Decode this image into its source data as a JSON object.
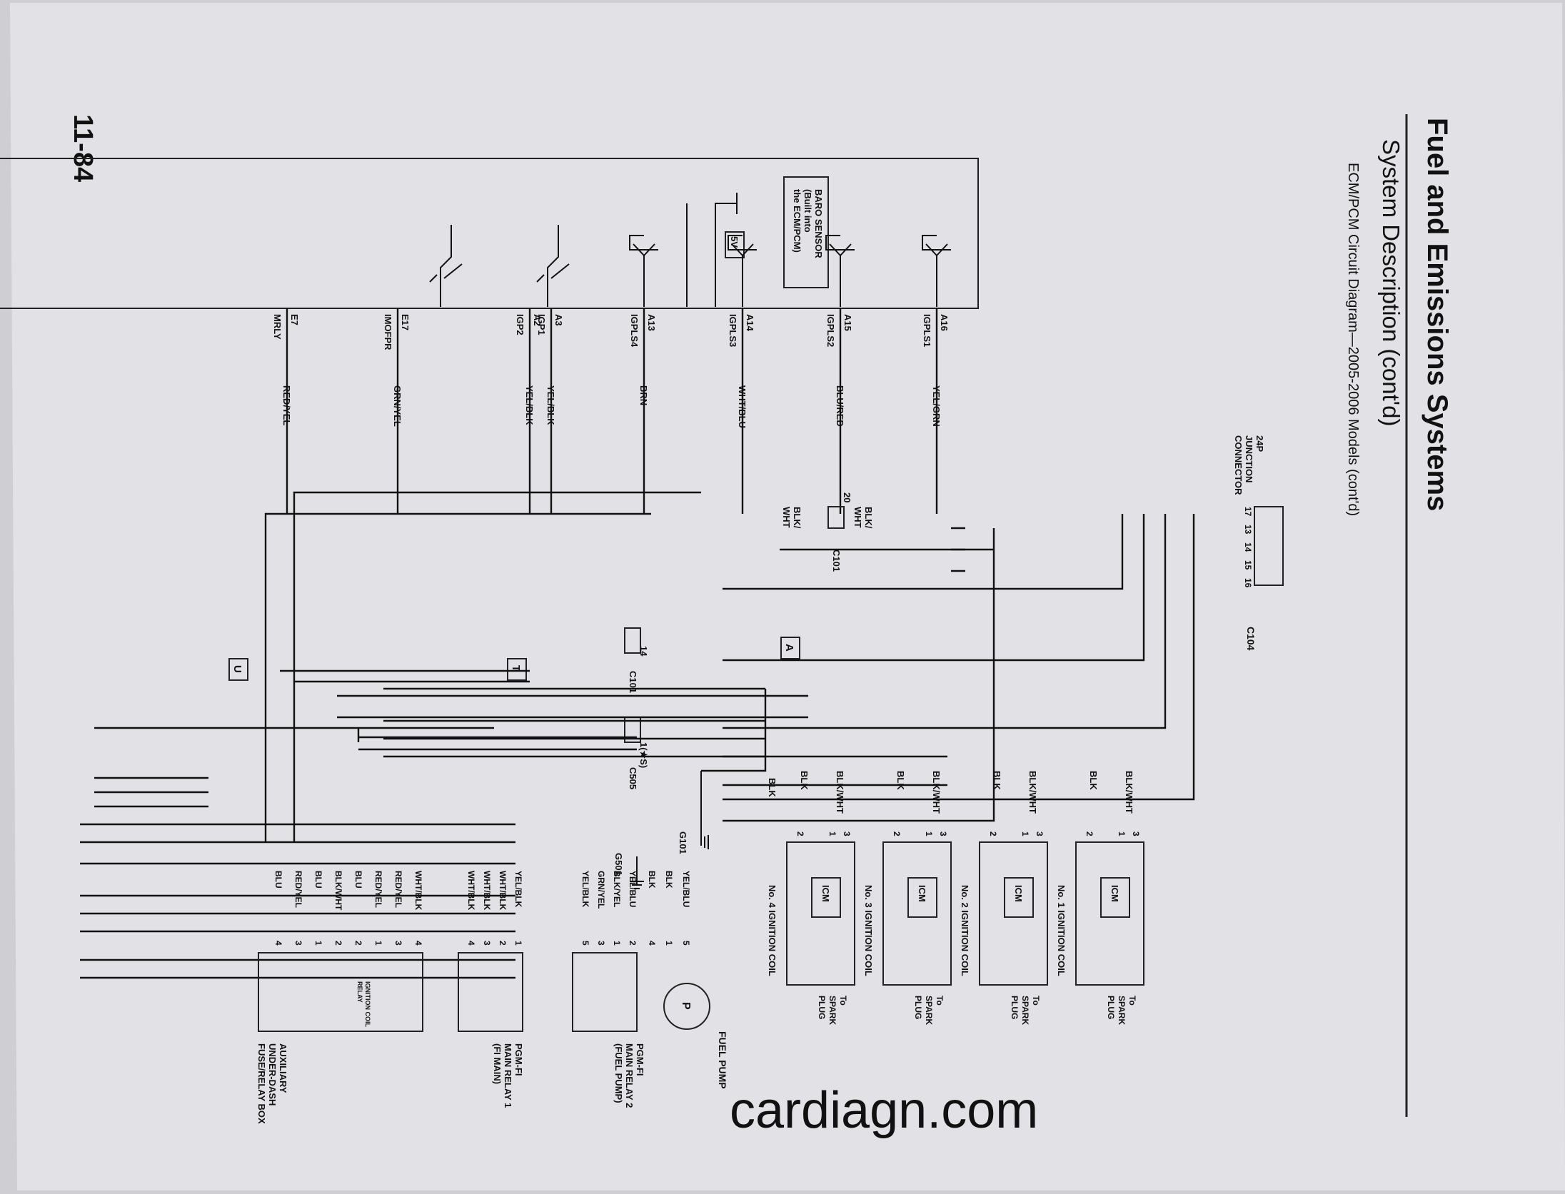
{
  "page": {
    "title": "Fuel and Emissions Systems",
    "subtitle": "System Description (cont'd)",
    "diagram_title": "ECM/PCM Circuit Diagram—2005-2006 Models (cont'd)",
    "page_number": "11-84",
    "watermark": "cardiagn.com"
  },
  "ecm": {
    "baro_sensor": [
      "BARO SENSOR",
      "(Built into",
      "the ECM/PCM)"
    ],
    "five_v": "5V",
    "pins": [
      {
        "pin": "A16",
        "signal": "IGPLS1",
        "wire": "YEL/GRN"
      },
      {
        "pin": "A15",
        "signal": "IGPLS2",
        "wire": "BLU/RED"
      },
      {
        "pin": "A14",
        "signal": "IGPLS3",
        "wire": "WHT/BLU"
      },
      {
        "pin": "A13",
        "signal": "IGPLS4",
        "wire": "BRN"
      },
      {
        "pin": "A3",
        "signal": "IGP1",
        "wire": "YEL/BLK"
      },
      {
        "pin": "A2",
        "signal": "IGP2",
        "wire": "YEL/BLK"
      },
      {
        "pin": "E17",
        "signal": "IMOFPR",
        "wire": "GRN/YEL"
      },
      {
        "pin": "E7",
        "signal": "MRLY",
        "wire": "RED/YEL"
      }
    ]
  },
  "junction": {
    "label": [
      "24P",
      "JUNCTION",
      "CONNECTOR"
    ],
    "connector": "C104",
    "pins": [
      "17",
      "13",
      "14",
      "15",
      "16"
    ]
  },
  "c101": {
    "pin20": "20",
    "wire_top": [
      "BLK/",
      "WHT"
    ],
    "wire_bottom": [
      "BLK/",
      "WHT"
    ],
    "name": "C101",
    "pin14": "14",
    "name2": "C101"
  },
  "c505": {
    "pin": "1(★S)",
    "name": "C505"
  },
  "refs": {
    "a": "A",
    "t": "T",
    "u": "U"
  },
  "ground": {
    "wire": "BLK",
    "g101": "G101",
    "g501": "G501"
  },
  "coils": [
    {
      "name": "No. 1 IGNITION COIL",
      "wire_pwr": "BLK/WHT",
      "wire_gnd": "BLK",
      "pin3": "3",
      "pin1": "1",
      "pin2": "2",
      "icm": "ICM",
      "plug": [
        "To",
        "SPARK",
        "PLUG"
      ]
    },
    {
      "name": "No. 2 IGNITION COIL",
      "wire_pwr": "BLK/WHT",
      "wire_gnd": "BLK",
      "pin3": "3",
      "pin1": "1",
      "pin2": "2",
      "icm": "ICM",
      "plug": [
        "To",
        "SPARK",
        "PLUG"
      ]
    },
    {
      "name": "No. 3 IGNITION COIL",
      "wire_pwr": "BLK/WHT",
      "wire_gnd": "BLK",
      "pin3": "3",
      "pin1": "1",
      "pin2": "2",
      "icm": "ICM",
      "plug": [
        "To",
        "SPARK",
        "PLUG"
      ]
    },
    {
      "name": "No. 4 IGNITION COIL",
      "wire_pwr": "BLK/WHT",
      "wire_gnd": "BLK",
      "pin3": "3",
      "pin1": "1",
      "pin2": "2",
      "icm": "ICM",
      "plug": [
        "To",
        "SPARK",
        "PLUG"
      ]
    }
  ],
  "fuel_pump": {
    "name": "FUEL PUMP",
    "symbol": "P",
    "wires": [
      {
        "wire": "YEL/BLU",
        "pin": "5"
      },
      {
        "wire": "BLK",
        "pin": "1"
      },
      {
        "wire": "BLK",
        "pin": "4"
      }
    ]
  },
  "relay2": {
    "name": [
      "PGM-FI",
      "MAIN RELAY 2",
      "(FUEL PUMP)"
    ],
    "wires": [
      {
        "wire": "YEL/BLU",
        "pin": "2"
      },
      {
        "wire": "BLK/YEL",
        "pin": "1"
      },
      {
        "wire": "GRN/YEL",
        "pin": "3"
      },
      {
        "wire": "YEL/BLK",
        "pin": "5"
      }
    ]
  },
  "relay1": {
    "name": [
      "PGM-FI",
      "MAIN RELAY 1",
      "(FI MAIN)"
    ],
    "wires": [
      {
        "wire": "YEL/BLK",
        "pin": "1"
      },
      {
        "wire": "WHT/BLK",
        "pin": "2"
      },
      {
        "wire": "WHT/BLK",
        "pin": "3"
      },
      {
        "wire": "WHT/BLK",
        "pin": "4"
      }
    ]
  },
  "aux_box": {
    "name": [
      "AUXILIARY",
      "UNDER-DASH",
      "FUSE/RELAY BOX"
    ],
    "relay_label": [
      "IGNITION COIL",
      "RELAY"
    ],
    "wires": [
      {
        "wire": "WHT/BLK",
        "pin": "4"
      },
      {
        "wire": "RED/YEL",
        "pin": "3"
      },
      {
        "wire": "RED/YEL",
        "pin": "1"
      },
      {
        "wire": "BLU",
        "pin": "2"
      },
      {
        "wire": "BLK/WHT",
        "pin": "2"
      },
      {
        "wire": "BLU",
        "pin": "1"
      },
      {
        "wire": "RED/YEL",
        "pin": "3"
      },
      {
        "wire": "BLU",
        "pin": "4"
      }
    ]
  }
}
